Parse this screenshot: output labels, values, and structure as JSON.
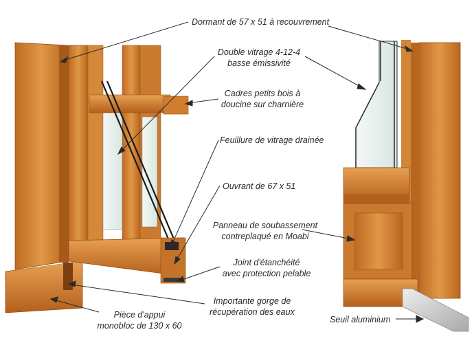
{
  "labels": {
    "dormant": "Dormant de 57 x 51 à recouvrement",
    "double_vitrage_1": "Double vitrage 4-12-4",
    "double_vitrage_2": "basse émissivité",
    "cadres_1": "Cadres petits bois à",
    "cadres_2": "doucine sur charnière",
    "feuillure": "Feuillure de vitrage drainée",
    "ouvrant": "Ouvrant de 67 x 51",
    "panneau_1": "Panneau de soubassement",
    "panneau_2": "contreplaqué en Moabi",
    "joint_1": "Joint d'étanchéité",
    "joint_2": "avec protection pelable",
    "gorge_1": "Importante gorge de",
    "gorge_2": "récupération des eaux",
    "piece_1": "Pièce d'appui",
    "piece_2": "monobloc de 130 x 60",
    "seuil": "Seuil aluminium"
  },
  "colors": {
    "wood_light": "#d98b3c",
    "wood_mid": "#c67329",
    "wood_dark": "#9c5418",
    "glass": "#e3ede8",
    "aluminium": "#c8c8c8",
    "leader_line": "#2a2a2a"
  }
}
